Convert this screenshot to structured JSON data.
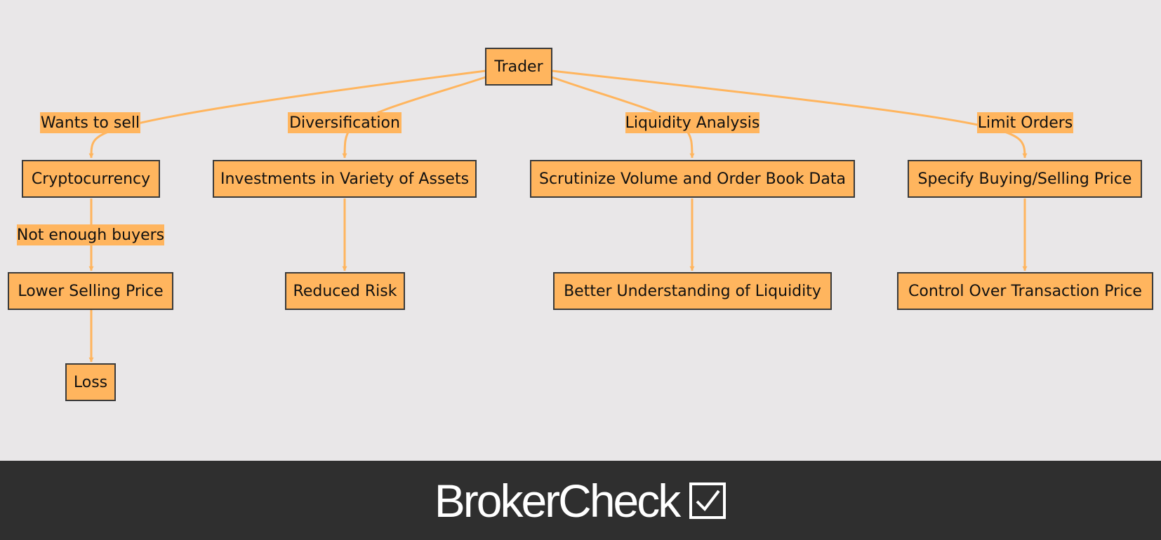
{
  "diagram": {
    "nodes": {
      "trader": "Trader",
      "cryptocurrency": "Cryptocurrency",
      "investments": "Investments in Variety of Assets",
      "scrutinize": "Scrutinize Volume and Order Book Data",
      "specify": "Specify Buying/Selling Price",
      "lower_price": "Lower Selling Price",
      "reduced_risk": "Reduced Risk",
      "better_understanding": "Better Understanding of Liquidity",
      "control": "Control Over Transaction Price",
      "loss": "Loss"
    },
    "edge_labels": {
      "wants_to_sell": "Wants to sell",
      "diversification": "Diversification",
      "liquidity_analysis": "Liquidity Analysis",
      "limit_orders": "Limit Orders",
      "not_enough_buyers": "Not enough buyers"
    },
    "edges": [
      {
        "from": "trader",
        "to": "cryptocurrency",
        "label": "Wants to sell"
      },
      {
        "from": "trader",
        "to": "investments",
        "label": "Diversification"
      },
      {
        "from": "trader",
        "to": "scrutinize",
        "label": "Liquidity Analysis"
      },
      {
        "from": "trader",
        "to": "specify",
        "label": "Limit Orders"
      },
      {
        "from": "cryptocurrency",
        "to": "lower_price",
        "label": "Not enough buyers"
      },
      {
        "from": "investments",
        "to": "reduced_risk"
      },
      {
        "from": "scrutinize",
        "to": "better_understanding"
      },
      {
        "from": "specify",
        "to": "control"
      },
      {
        "from": "lower_price",
        "to": "loss"
      }
    ],
    "colors": {
      "node_fill": "#ffb55e",
      "node_border": "#3a3a3a",
      "edge": "#ffb55e",
      "background": "#e9e7e8"
    }
  },
  "footer": {
    "brand": "BrokerCheck",
    "icon": "checkbox-checked-icon",
    "background": "#2f2f2f"
  }
}
